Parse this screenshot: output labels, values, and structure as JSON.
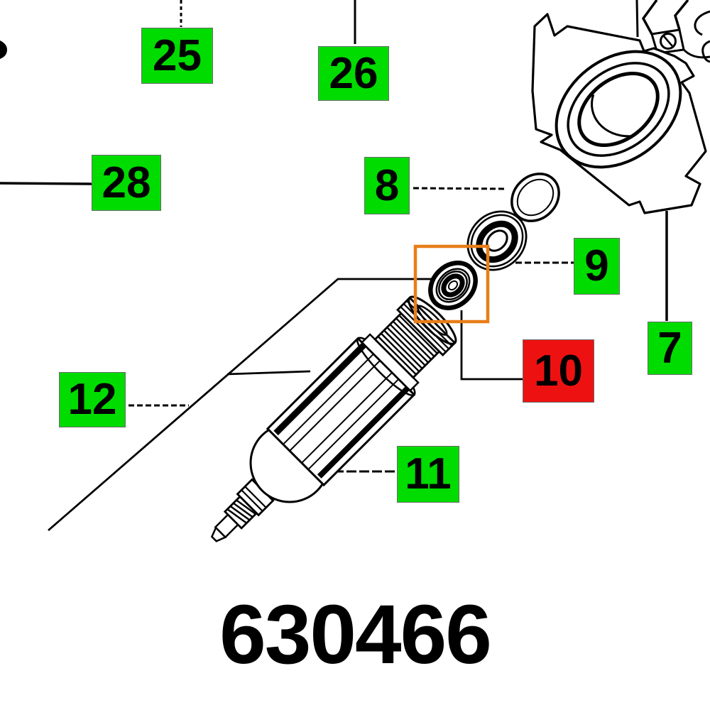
{
  "part_number": "630466",
  "callouts": [
    {
      "text": "25",
      "style": "green"
    },
    {
      "text": "26",
      "style": "green"
    },
    {
      "text": "28",
      "style": "green"
    },
    {
      "text": "8",
      "style": "green"
    },
    {
      "text": "9",
      "style": "green"
    },
    {
      "text": "7",
      "style": "green"
    },
    {
      "text": "10",
      "style": "red"
    },
    {
      "text": "11",
      "style": "green"
    },
    {
      "text": "12",
      "style": "green"
    }
  ],
  "highlighted_callout": "10",
  "colors": {
    "callout_green": "#00dc00",
    "callout_red": "#ee1111",
    "highlight_orange": "#e87e17",
    "line": "#000000",
    "background": "#ffffff"
  }
}
